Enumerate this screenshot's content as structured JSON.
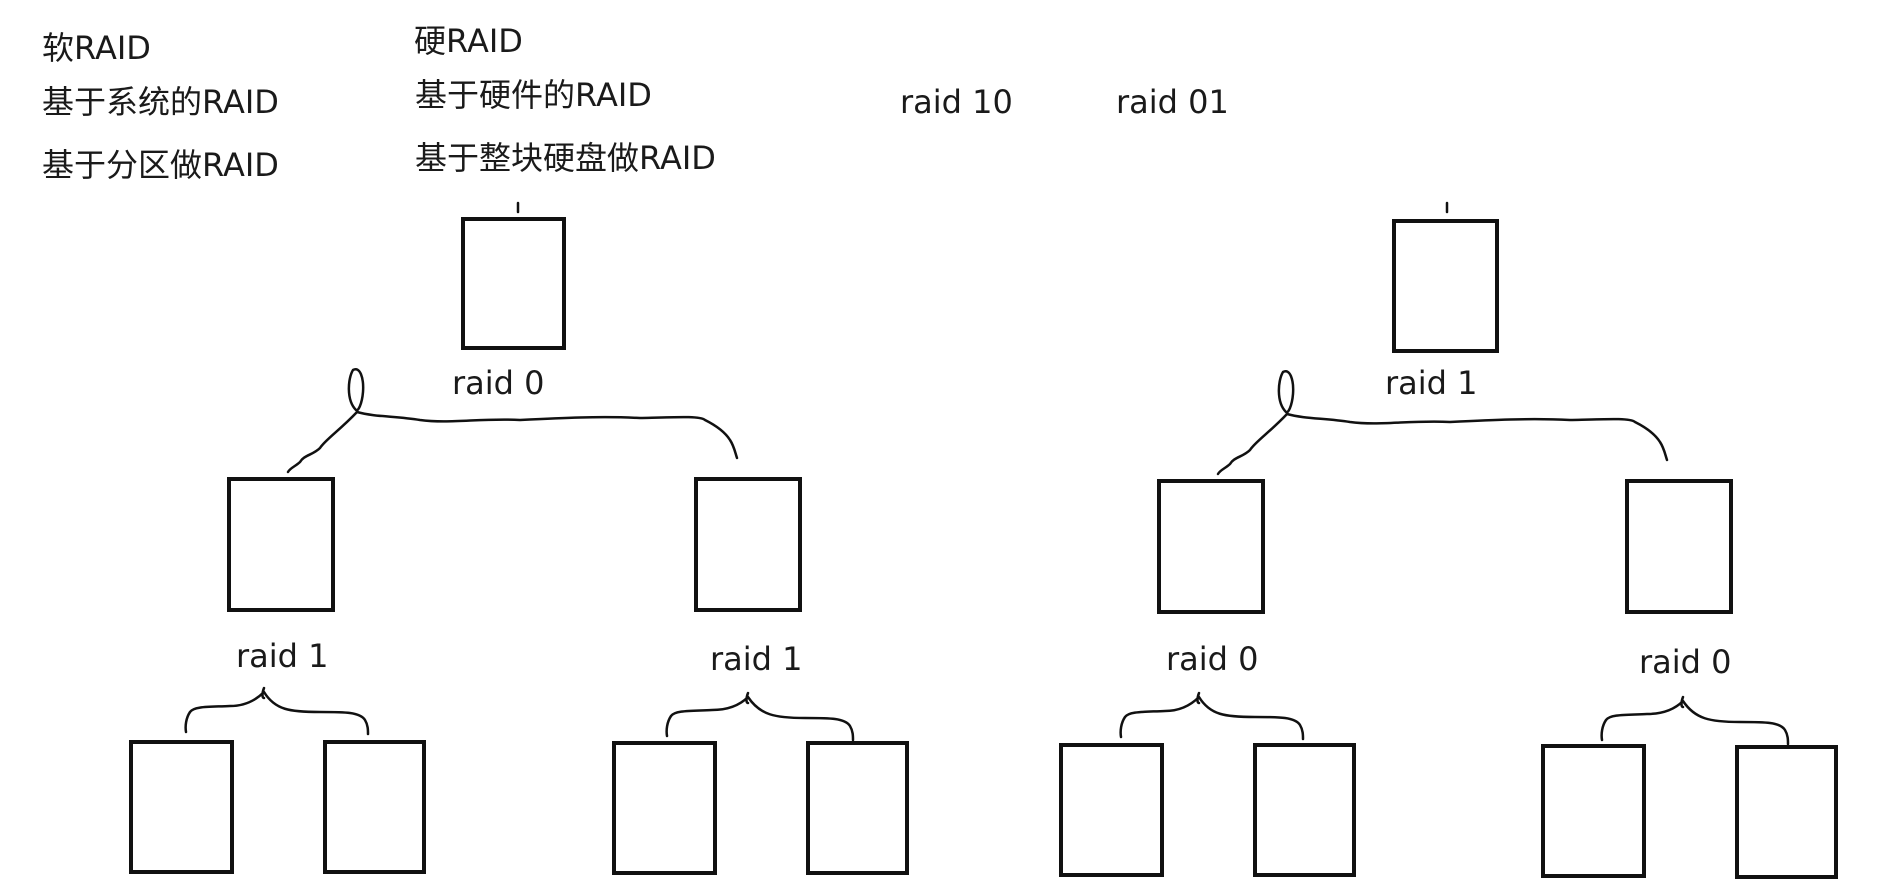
{
  "notes": {
    "soft_raid": "软RAID",
    "hard_raid": "硬RAID",
    "soft_system_based": "基于系统的RAID",
    "hard_hardware_based": "基于硬件的RAID",
    "soft_partition_based": "基于分区做RAID",
    "hard_whole_disk_based": "基于整块硬盘做RAID",
    "raid10_title": "raid 10",
    "raid01_title": "raid 01"
  },
  "raid10_tree": {
    "top_label": "raid 0",
    "left_mirror_label": "raid 1",
    "right_mirror_label": "raid 1"
  },
  "raid01_tree": {
    "top_label": "raid 1",
    "left_stripe_label": "raid 0",
    "right_stripe_label": "raid 0"
  }
}
